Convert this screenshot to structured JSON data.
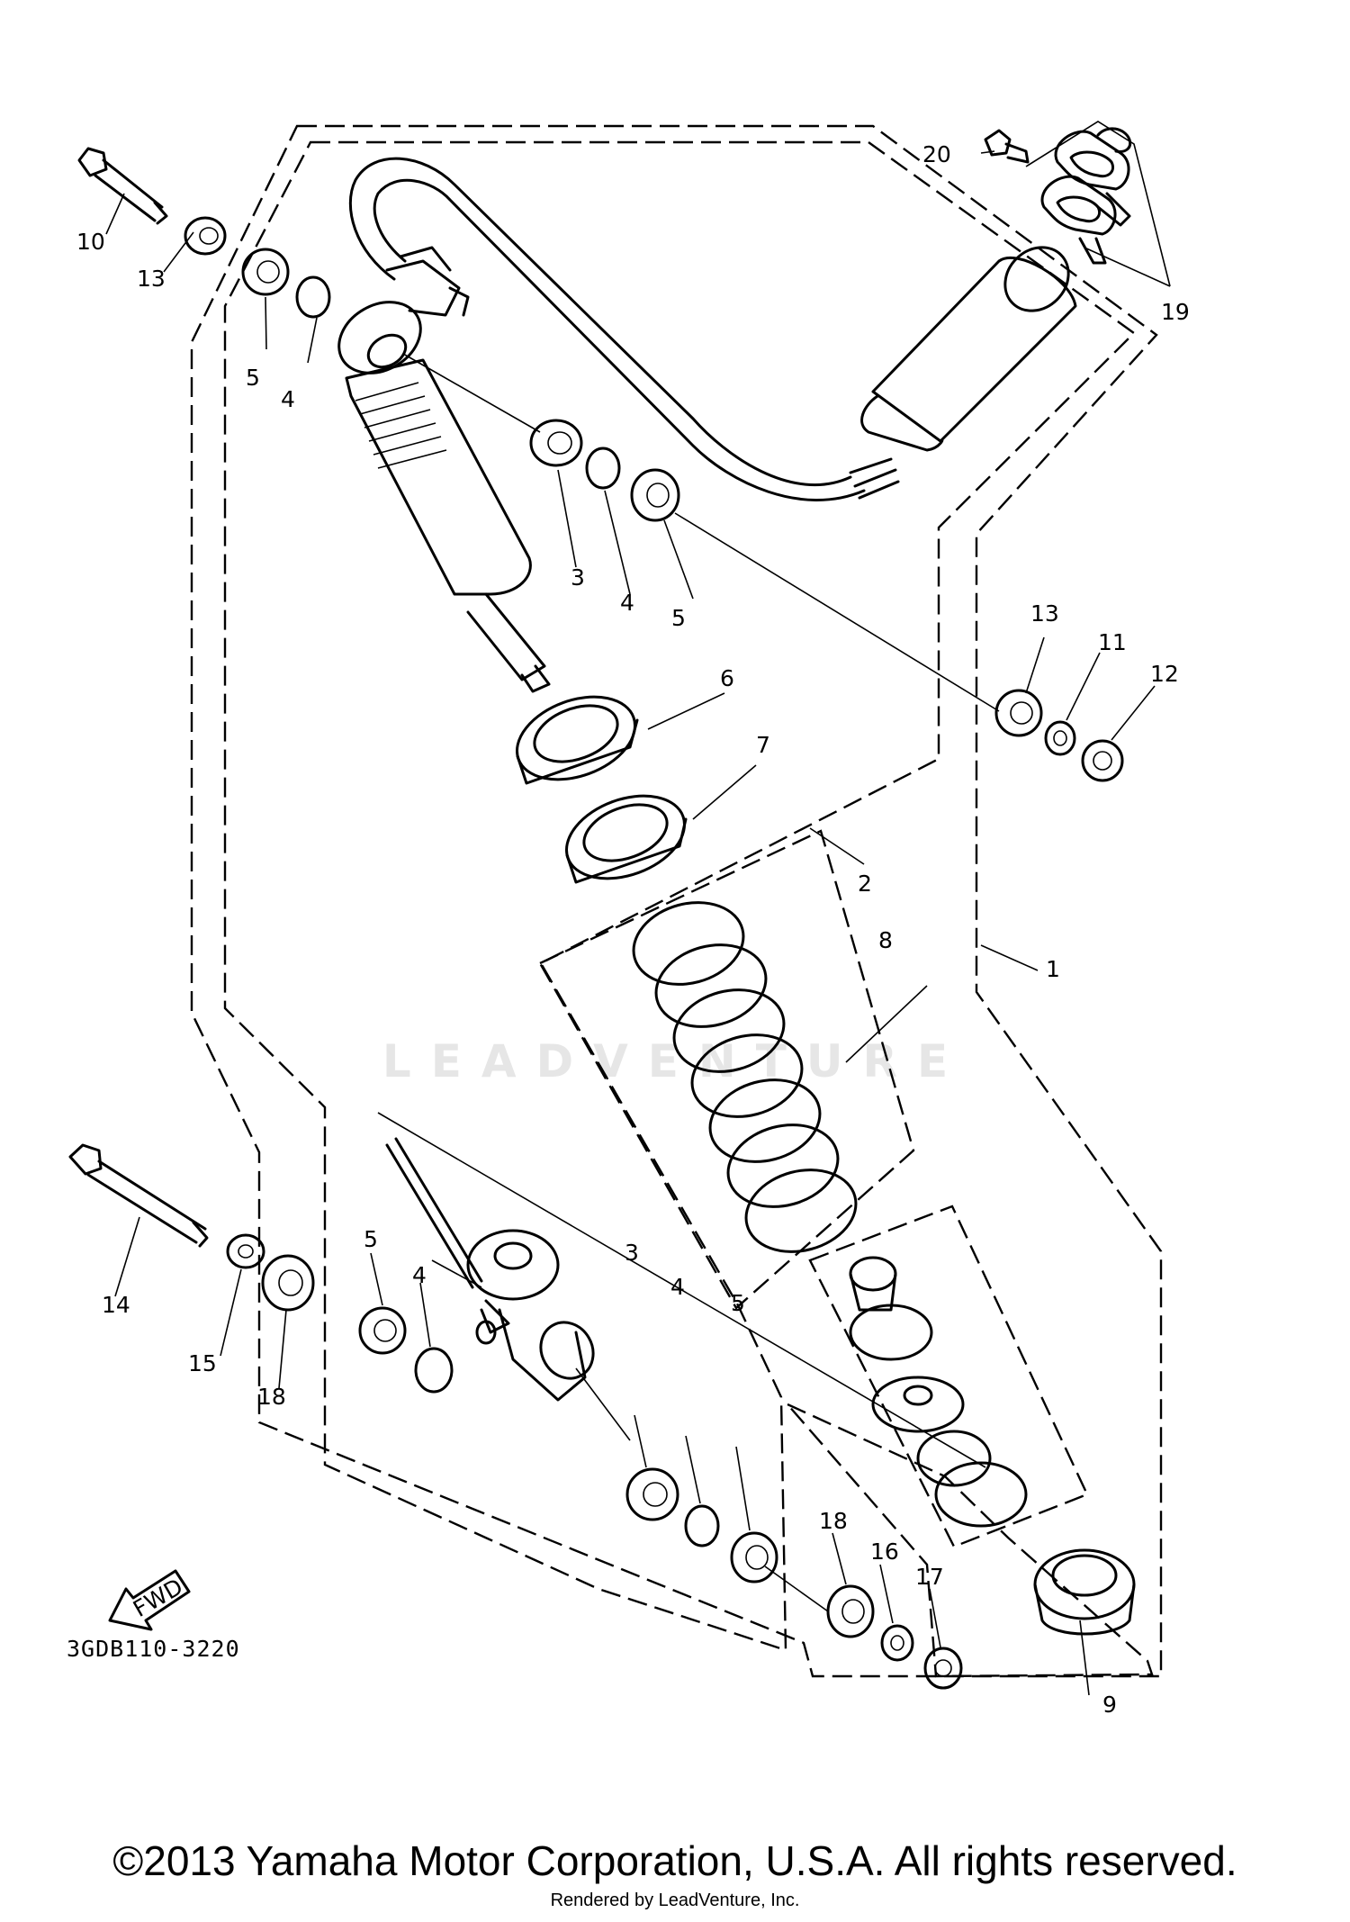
{
  "callouts": [
    "1",
    "2",
    "3",
    "3",
    "4",
    "4",
    "4",
    "4",
    "5",
    "5",
    "5",
    "5",
    "6",
    "7",
    "8",
    "9",
    "10",
    "11",
    "12",
    "13",
    "13",
    "14",
    "15",
    "16",
    "17",
    "18",
    "18",
    "19",
    "20"
  ],
  "fwd_label": "FWD",
  "diagram_code": "3GDB110-3220",
  "watermark": "LEADVENTURE",
  "copyright": "©2013 Yamaha Motor Corporation, U.S.A. All rights reserved.",
  "rendered_by": "Rendered by LeadVenture, Inc."
}
